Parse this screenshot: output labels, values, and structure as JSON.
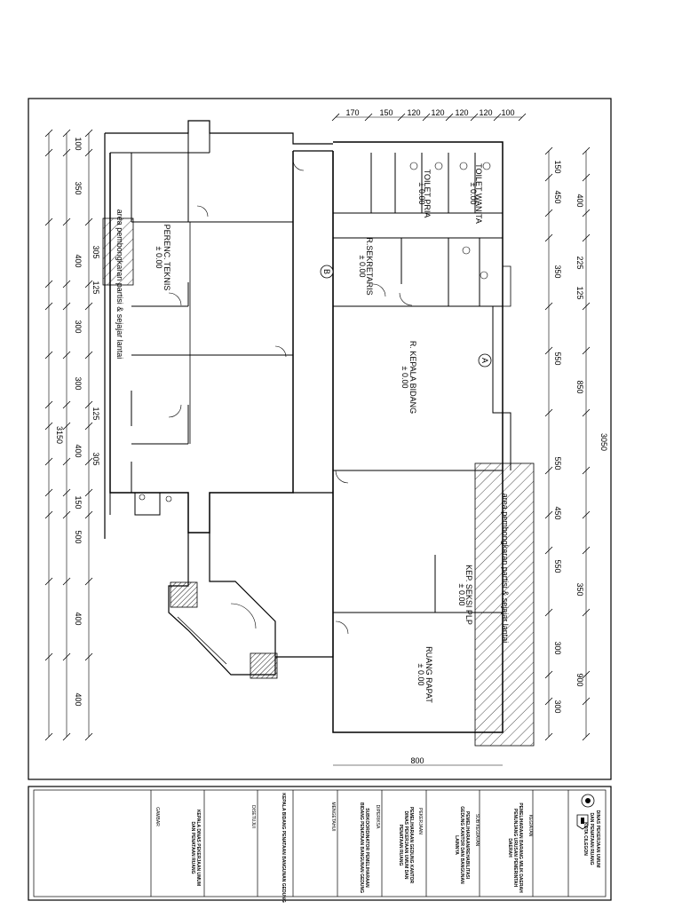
{
  "plan": {
    "total_left": "3150",
    "total_right": "3050",
    "bottom_width": "800",
    "left_dims": [
      "100",
      "350",
      "305",
      "400",
      "125",
      "300",
      "300",
      "125",
      "400",
      "305",
      "150",
      "500",
      "400",
      "400"
    ],
    "top_dims": [
      "170",
      "150",
      "120",
      "120",
      "120",
      "120",
      "100"
    ],
    "right_dims": [
      "150",
      "400",
      "450",
      "225",
      "350",
      "125",
      "550",
      "850",
      "550",
      "450",
      "550",
      "350",
      "300",
      "900",
      "300"
    ],
    "markers": [
      "B",
      "A"
    ]
  },
  "rooms": [
    {
      "name": "PERENC. TEKNIS",
      "level": "± 0.00"
    },
    {
      "name": "R.SEKRETARIS",
      "level": "± 0.00"
    },
    {
      "name": "R. KEPALA BIDANG",
      "level": "± 0.00"
    },
    {
      "name": "KEP. SEKSI PLP",
      "level": "± 0.00"
    },
    {
      "name": "RUANG RAPAT",
      "level": "± 0.00"
    },
    {
      "name": "TOILET WANITA",
      "level": "± 0.00"
    },
    {
      "name": "TOILET PRIA",
      "level": "± 0.00"
    }
  ],
  "notes": [
    "area pembongkaran partisi & sejajar lantai",
    "area pembongkaran partisi & sejajar lantai"
  ],
  "title_block": {
    "agency": [
      "DINAS PEKERJAAN UMUM",
      "DAN PENATAAN RUANG",
      "KOTA CILEGON"
    ],
    "kegiatan_label": "KEGIATAN",
    "kegiatan": [
      "PEMELIHARAAN BARANG MILIK DAERAH",
      "PENUNJANG URUSAN PEMERINTAH",
      "DAERAH"
    ],
    "sub_kegiatan_label": "SUB KEGIATAN",
    "sub_kegiatan": [
      "PEMELIHARAAN/REHABILITASI",
      "GEDUNG KANTOR DAN BANGUNAN",
      "LAINNYA"
    ],
    "pekerjaan_label": "PEKERJAAN",
    "pekerjaan": [
      "PEMELIHARAAN GEDUNG KANTOR",
      "DINAS PEKERJAAN UMUM DAN",
      "PENATAAN RUANG"
    ],
    "diperiksa_label": "DIPERIKSA",
    "diperiksa": [
      "SUBKOORDINATOR PEMELIHARAAN",
      "BIDANG PENATAAN BANGUNAN GEDUNG"
    ],
    "mengetahui_label": "MENGETAHUI",
    "mengetahui": [
      "KEPALA BIDANG PENATAAN BANGUNAN GEDUNG"
    ],
    "disetujui_label": "DISETUJUI",
    "disetujui": [
      "KEPALA DINAS PEKERJAAN UMUM",
      "DAN PENATAAN RUANG"
    ],
    "gambar_label": "GAMBAR"
  }
}
